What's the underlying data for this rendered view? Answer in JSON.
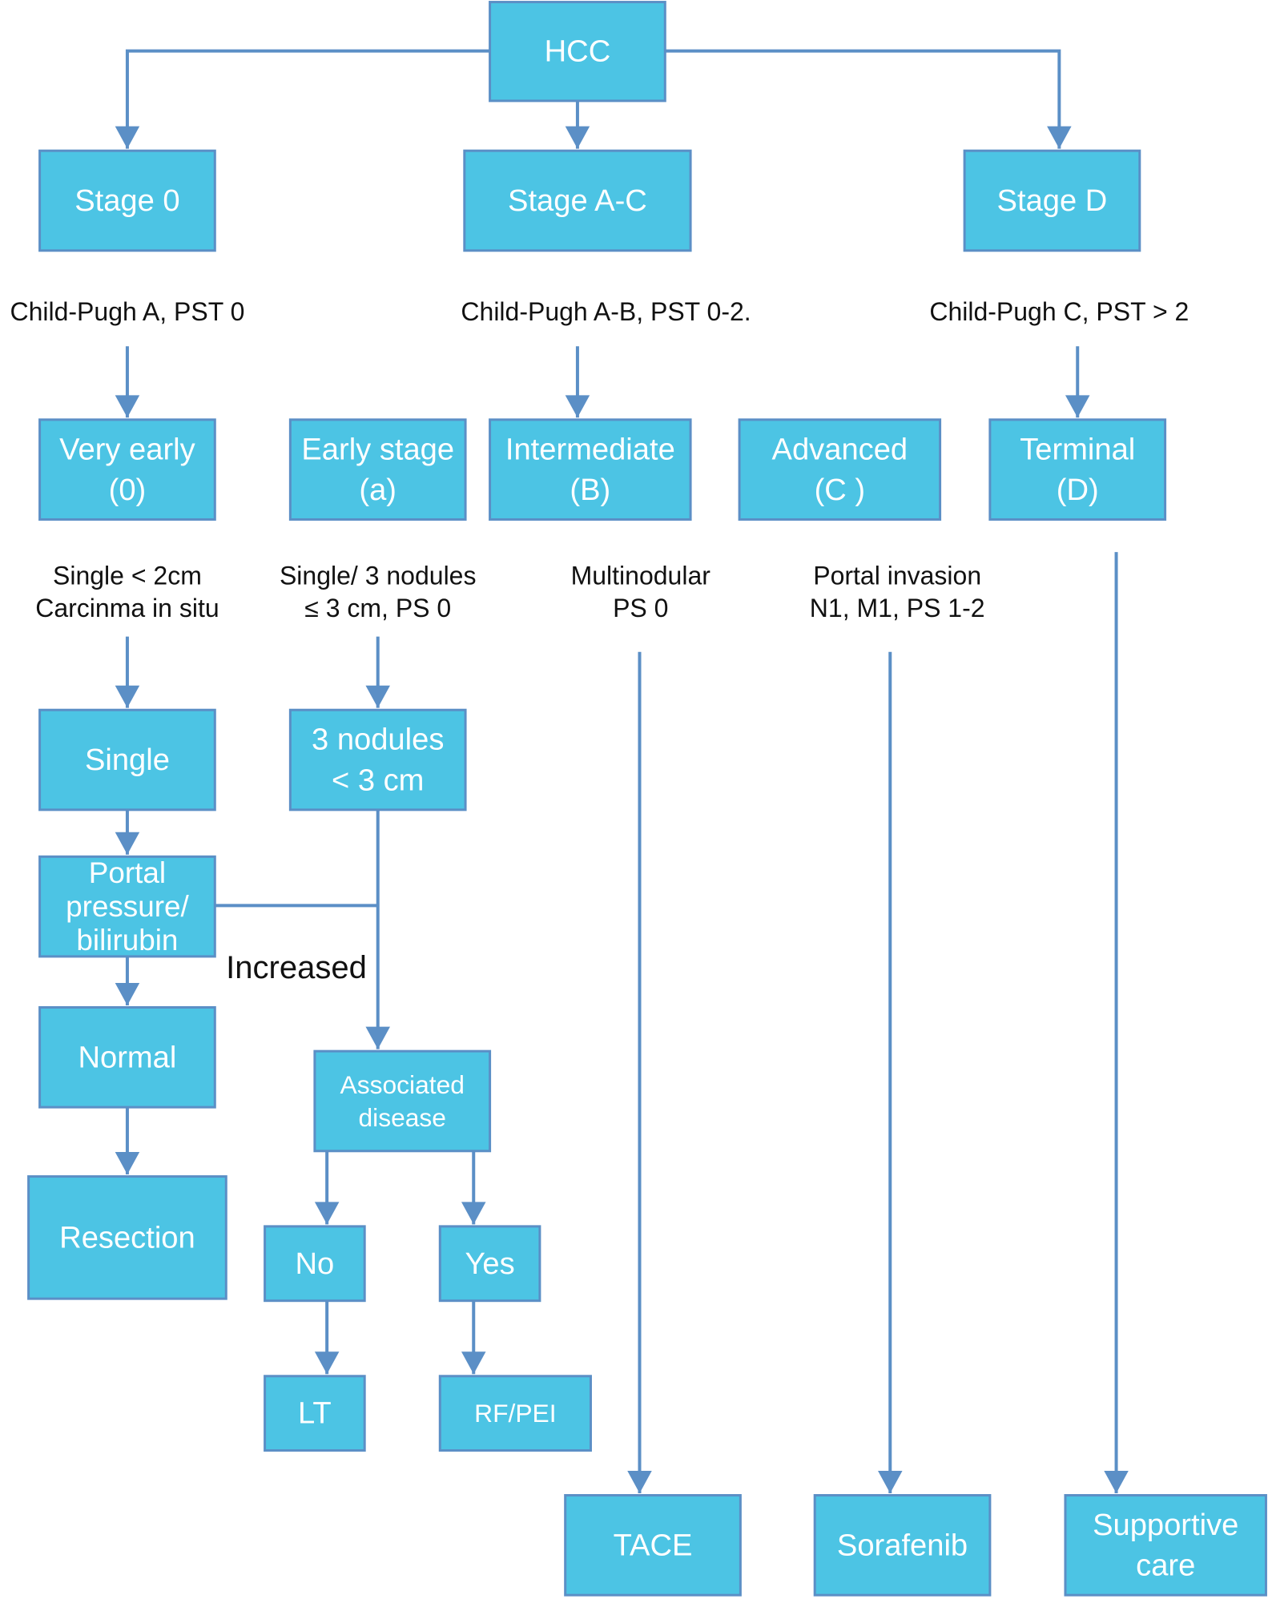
{
  "colors": {
    "box_fill": "#4cc4e4",
    "box_border": "#5b8fc6",
    "connector": "#5b8fc6",
    "box_text": "#ffffff",
    "label_text": "#111111"
  },
  "nodes": {
    "hcc": [
      "HCC"
    ],
    "stage_0": [
      "Stage 0"
    ],
    "stage_ac": [
      "Stage  A-C"
    ],
    "stage_d": [
      "Stage D"
    ],
    "very_early": [
      "Very early",
      "(0)"
    ],
    "early_stage": [
      "Early stage",
      "(a)"
    ],
    "intermediate": [
      "Intermediate",
      "(B)"
    ],
    "advanced": [
      "Advanced",
      "(C )"
    ],
    "terminal": [
      "Terminal",
      "(D)"
    ],
    "single": [
      "Single"
    ],
    "three_nodules": [
      "3 nodules",
      "< 3 cm"
    ],
    "portal_pressure": [
      "Portal",
      "pressure/",
      "bilirubin"
    ],
    "normal": [
      "Normal"
    ],
    "associated_disease": [
      "Associated",
      "disease"
    ],
    "resection": [
      "Resection"
    ],
    "no": [
      "No"
    ],
    "yes": [
      "Yes"
    ],
    "lt": [
      "LT"
    ],
    "rf_pei": [
      "RF/PEI"
    ],
    "tace": [
      "TACE"
    ],
    "sorafenib": [
      "Sorafenib"
    ],
    "supportive_care": [
      "Supportive",
      "care"
    ]
  },
  "labels": {
    "criteria_stage_0": [
      "Child-Pugh A, PST 0"
    ],
    "criteria_stage_ac": [
      "Child-Pugh A-B, PST 0-2."
    ],
    "criteria_stage_d": [
      "Child-Pugh C, PST > 2"
    ],
    "desc_very_early": [
      "Single < 2cm",
      "Carcinma in situ"
    ],
    "desc_early": [
      "Single/ 3 nodules",
      "≤ 3 cm, PS 0"
    ],
    "desc_intermediate": [
      "Multinodular",
      "PS 0"
    ],
    "desc_advanced": [
      "Portal invasion",
      "N1, M1, PS 1-2"
    ],
    "increased": [
      "Increased"
    ]
  }
}
